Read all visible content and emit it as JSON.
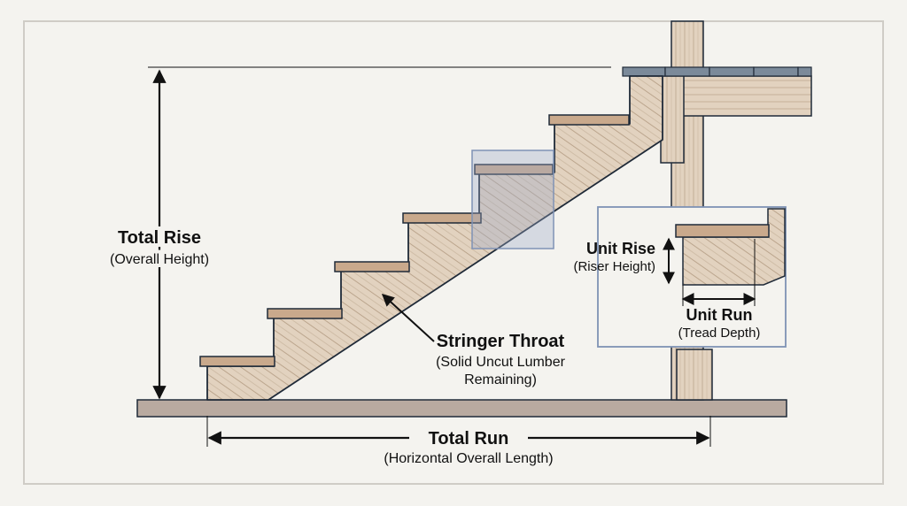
{
  "colors": {
    "background": "#f4f3ef",
    "wood": "#e2d2bf",
    "wood_grain": "#bba58d",
    "tread": "#c9a98c",
    "outline": "#1f2a38",
    "ground": "#b9aaa0",
    "deck_board": "#7b8a9a",
    "highlight": "#9aaac8",
    "inset_border": "#7f92b5"
  },
  "labels": {
    "total_rise": {
      "title": "Total Rise",
      "sub": "(Overall Height)"
    },
    "unit_rise": {
      "title": "Unit Rise",
      "sub": "(Riser Height)"
    },
    "unit_run": {
      "title": "Unit Run",
      "sub": "(Tread Depth)"
    },
    "stringer_throat": {
      "title": "Stringer Throat",
      "sub_line1": "(Solid Uncut Lumber",
      "sub_line2": "Remaining)"
    },
    "total_run": {
      "title": "Total Run",
      "sub": "(Horizontal Overall Length)"
    }
  }
}
